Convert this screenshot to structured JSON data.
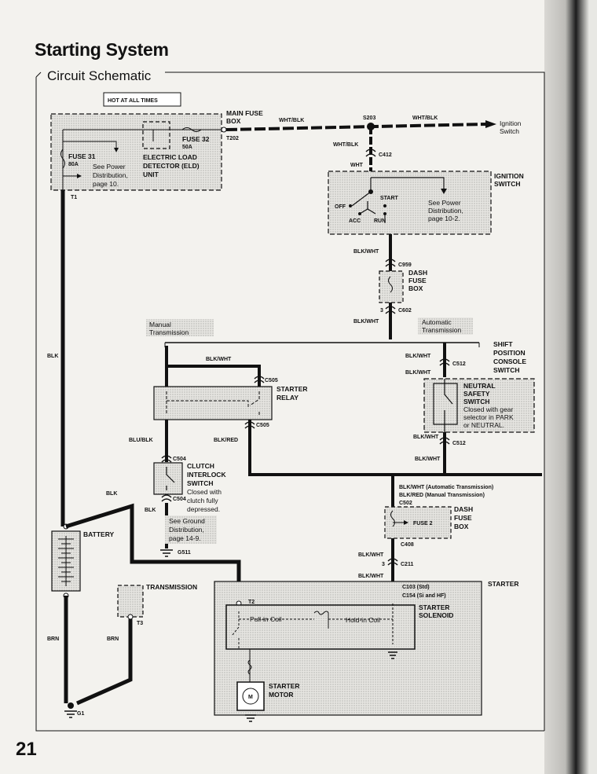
{
  "header": {
    "title": "Starting System",
    "subtitle": "Circuit Schematic",
    "page_number": "21"
  },
  "labels": {
    "hot_at_all_times": "HOT AT ALL TIMES",
    "main_fuse_box": "MAIN FUSE",
    "main_fuse_box2": "BOX",
    "t202": "T202",
    "fuse32": "FUSE 32",
    "fuse32_amp": "50A",
    "fuse31": "FUSE 31",
    "fuse31_amp": "80A",
    "see_power_1": "See Power",
    "see_power_2": "Distribution,",
    "see_power_3": "page 10.",
    "eld_1": "ELECTRIC LOAD",
    "eld_2": "DETECTOR (ELD)",
    "eld_3": "UNIT",
    "t1": "T1",
    "wht_blk_1": "WHT/BLK",
    "s203": "S203",
    "wht_blk_2": "WHT/BLK",
    "ignition_1": "Ignition",
    "ignition_2": "Switch",
    "wht_blk_3": "WHT/BLK",
    "c412": "C412",
    "wht": "WHT",
    "ign_sw_1": "IGNITION",
    "ign_sw_2": "SWITCH",
    "off": "OFF",
    "start": "START",
    "acc": "ACC",
    "run": "RUN",
    "see_power_b1": "See Power",
    "see_power_b2": "Distribution,",
    "see_power_b3": "page 10-2.",
    "blk_wht_1": "BLK/WHT",
    "c959": "C959",
    "dash_fuse_1": "DASH",
    "dash_fuse_2": "FUSE",
    "dash_fuse_3": "BOX",
    "pin3_a": "3",
    "c602_a": "C602",
    "blk_wht_2": "BLK/WHT",
    "manual_1": "Manual",
    "manual_2": "Transmission",
    "automatic_1": "Automatic",
    "automatic_2": "Transmission",
    "blk_left": "BLK",
    "blk_wht_3": "BLK/WHT",
    "shift_1": "SHIFT",
    "shift_2": "POSITION",
    "shift_3": "CONSOLE",
    "shift_4": "SWITCH",
    "blk_wht_4": "BLK/WHT",
    "c512_a": "C512",
    "blk_wht_5": "BLK/WHT",
    "c505_a": "C505",
    "starter_relay_1": "STARTER",
    "starter_relay_2": "RELAY",
    "neutral_1": "NEUTRAL",
    "neutral_2": "SAFETY",
    "neutral_3": "SWITCH",
    "neutral_4": "Closed with gear",
    "neutral_5": "selector in PARK",
    "neutral_6": "or NEUTRAL.",
    "c505_b": "C505",
    "blu_blk": "BLU/BLK",
    "blk_red": "BLK/RED",
    "blk_wht_6": "BLK/WHT",
    "c512_b": "C512",
    "c504_a": "C504",
    "clutch_1": "CLUTCH",
    "clutch_2": "INTERLOCK",
    "clutch_3": "SWITCH",
    "clutch_4": "Closed with",
    "clutch_5": "clutch fully",
    "clutch_6": "depressed.",
    "blk_wht_7": "BLK/WHT",
    "blk_mid": "BLK",
    "c504_b": "C504",
    "blk_c504": "BLK",
    "bw_auto": "BLK/WHT (Automatic Transmission)",
    "br_man": "BLK/RED (Manual Transmission)",
    "c502": "C502",
    "dash_b1": "DASH",
    "dash_b2": "FUSE",
    "dash_b3": "BOX",
    "fuse2": "FUSE 2",
    "c408": "C408",
    "battery": "BATTERY",
    "see_ground_1": "See Ground",
    "see_ground_2": "Distribution,",
    "see_ground_3": "page 14-9.",
    "g511": "G511",
    "blk_wht_8": "BLK/WHT",
    "pin3_b": "3",
    "c211": "C211",
    "blk_wht_9": "BLK/WHT",
    "transmission": "TRANSMISSION",
    "starter": "STARTER",
    "c103": "C103 (Std)",
    "c154": "C154 (Si and HF)",
    "t2": "T2",
    "t3": "T3",
    "solenoid_1": "STARTER",
    "solenoid_2": "SOLENOID",
    "pull_in": "Pull-in Coil",
    "hold_in": "Hold-in Coil",
    "brn_left": "BRN",
    "brn_mid": "BRN",
    "motor_1": "STARTER",
    "motor_2": "MOTOR",
    "motor_m": "M",
    "g1": "G1"
  }
}
